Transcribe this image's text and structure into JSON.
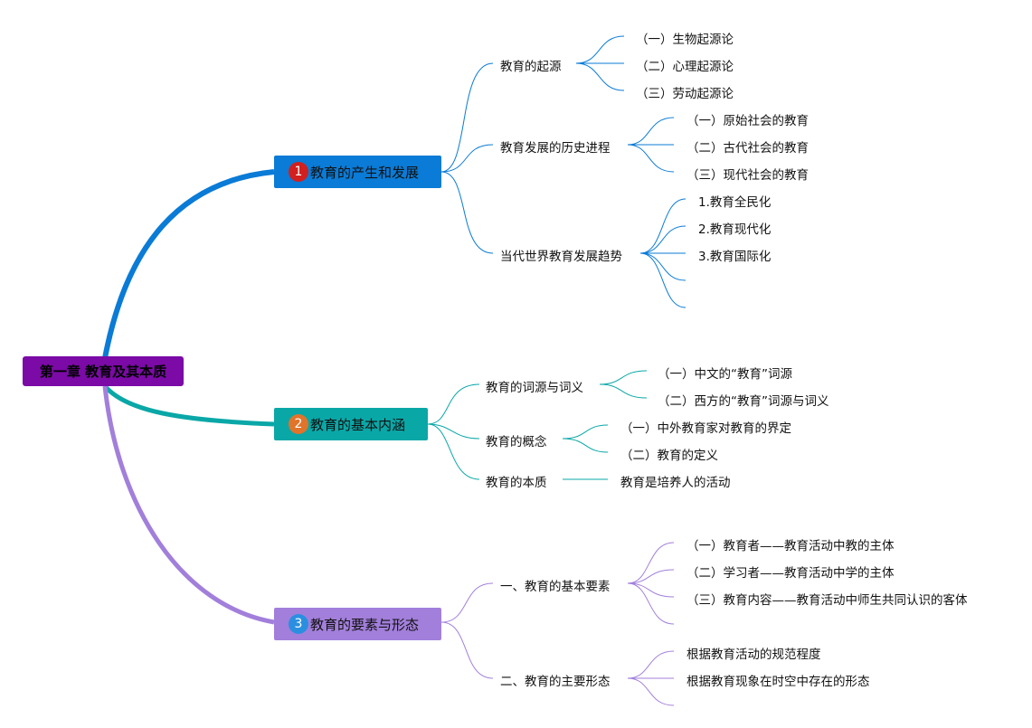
{
  "root": {
    "label": "第一章 教育及其本质",
    "color": "#7b0aa6"
  },
  "branches": [
    {
      "num": "1",
      "label": "教育的产生和发展",
      "color": "#0a7bd6",
      "badge": "#d21f1f",
      "subs": [
        {
          "label": "教育的起源",
          "leaves": [
            "（一）生物起源论",
            "（二）心理起源论",
            "（三）劳动起源论"
          ]
        },
        {
          "label": "教育发展的历史进程",
          "leaves": [
            "（一）原始社会的教育",
            "（二）古代社会的教育",
            "（三）现代社会的教育"
          ]
        },
        {
          "label": "当代世界教育发展趋势",
          "leaves": [
            "1.教育全民化",
            "2.教育现代化",
            "3.教育国际化",
            "",
            ""
          ]
        }
      ]
    },
    {
      "num": "2",
      "label": "教育的基本内涵",
      "color": "#0aa7a7",
      "badge": "#e0742a",
      "subs": [
        {
          "label": "教育的词源与词义",
          "leaves": [
            "（一）中文的“教育”词源",
            "（二）西方的“教育”词源与词义"
          ]
        },
        {
          "label": "教育的概念",
          "leaves": [
            "（一）中外教育家对教育的界定",
            "（二）教育的定义"
          ]
        },
        {
          "label": "教育的本质",
          "leaves": [
            "教育是培养人的活动"
          ]
        }
      ]
    },
    {
      "num": "3",
      "label": "教育的要素与形态",
      "color": "#a27fdb",
      "badge": "#2b8fe0",
      "subs": [
        {
          "label": "一、教育的基本要素",
          "leaves": [
            "（一）教育者——教育活动中教的主体",
            "（二）学习者——教育活动中学的主体",
            "（三）教育内容——教育活动中师生共同认识的客体",
            ""
          ]
        },
        {
          "label": "二、教育的主要形态",
          "leaves": [
            "根据教育活动的规范程度",
            "根据教育现象在时空中存在的形态",
            ""
          ]
        }
      ]
    }
  ]
}
